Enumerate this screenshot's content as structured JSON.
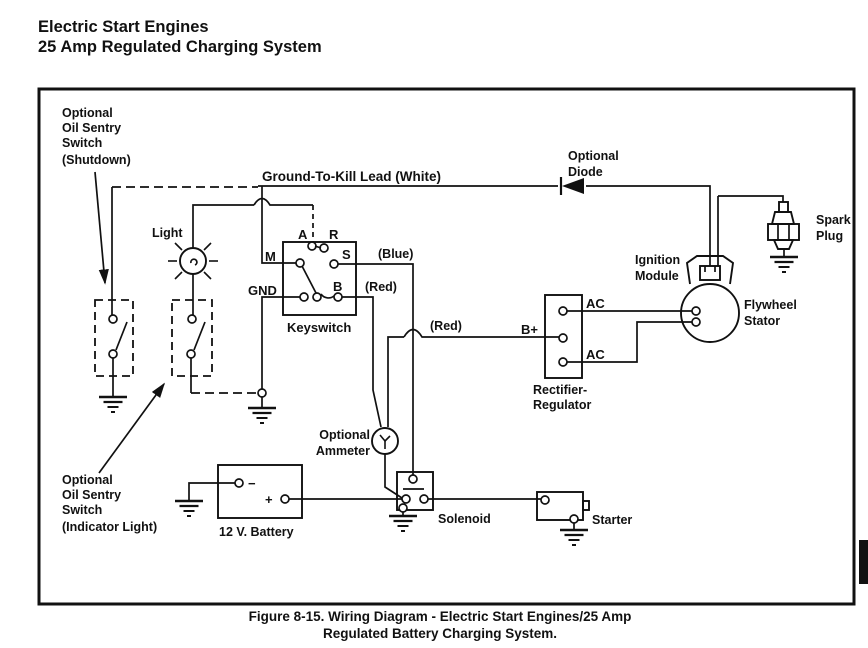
{
  "doc": {
    "title_line1": "Electric Start Engines",
    "title_line2": "25 Amp Regulated Charging System",
    "caption_line1": "Figure 8-15. Wiring Diagram - Electric Start Engines/25 Amp",
    "caption_line2": "Regulated Battery Charging System."
  },
  "diagram": {
    "oil_sentry_shutdown": {
      "l1": "Optional",
      "l2": "Oil Sentry",
      "l3": "Switch",
      "l4": "(Shutdown)"
    },
    "oil_sentry_indicator": {
      "l1": "Optional",
      "l2": "Oil Sentry",
      "l3": "Switch",
      "l4": "(Indicator Light)"
    },
    "light_label": "Light",
    "kill_lead_label": "Ground-To-Kill Lead  (White)",
    "diode": {
      "l1": "Optional",
      "l2": "Diode"
    },
    "spark_plug": {
      "l1": "Spark",
      "l2": "Plug"
    },
    "ignition_module": {
      "l1": "Ignition",
      "l2": "Module"
    },
    "flywheel_stator": {
      "l1": "Flywheel",
      "l2": "Stator"
    },
    "keyswitch": {
      "label": "Keyswitch",
      "term_a": "A",
      "term_r": "R",
      "term_m": "M",
      "term_s": "S",
      "term_gnd": "GND",
      "term_b": "B"
    },
    "wire_labels": {
      "blue": "(Blue)",
      "red_keyswitch": "(Red)",
      "red_bplus": "(Red)"
    },
    "rectifier": {
      "l1": "Rectifier-",
      "l2": "Regulator",
      "ac_top": "AC",
      "ac_bottom": "AC",
      "b_plus": "B+"
    },
    "ammeter": {
      "l1": "Optional",
      "l2": "Ammeter"
    },
    "battery": {
      "label": "12 V. Battery",
      "minus": "−",
      "plus": "+"
    },
    "solenoid_label": "Solenoid",
    "starter_label": "Starter"
  },
  "colors": {
    "ink": "#111111",
    "paper": "#ffffff"
  }
}
